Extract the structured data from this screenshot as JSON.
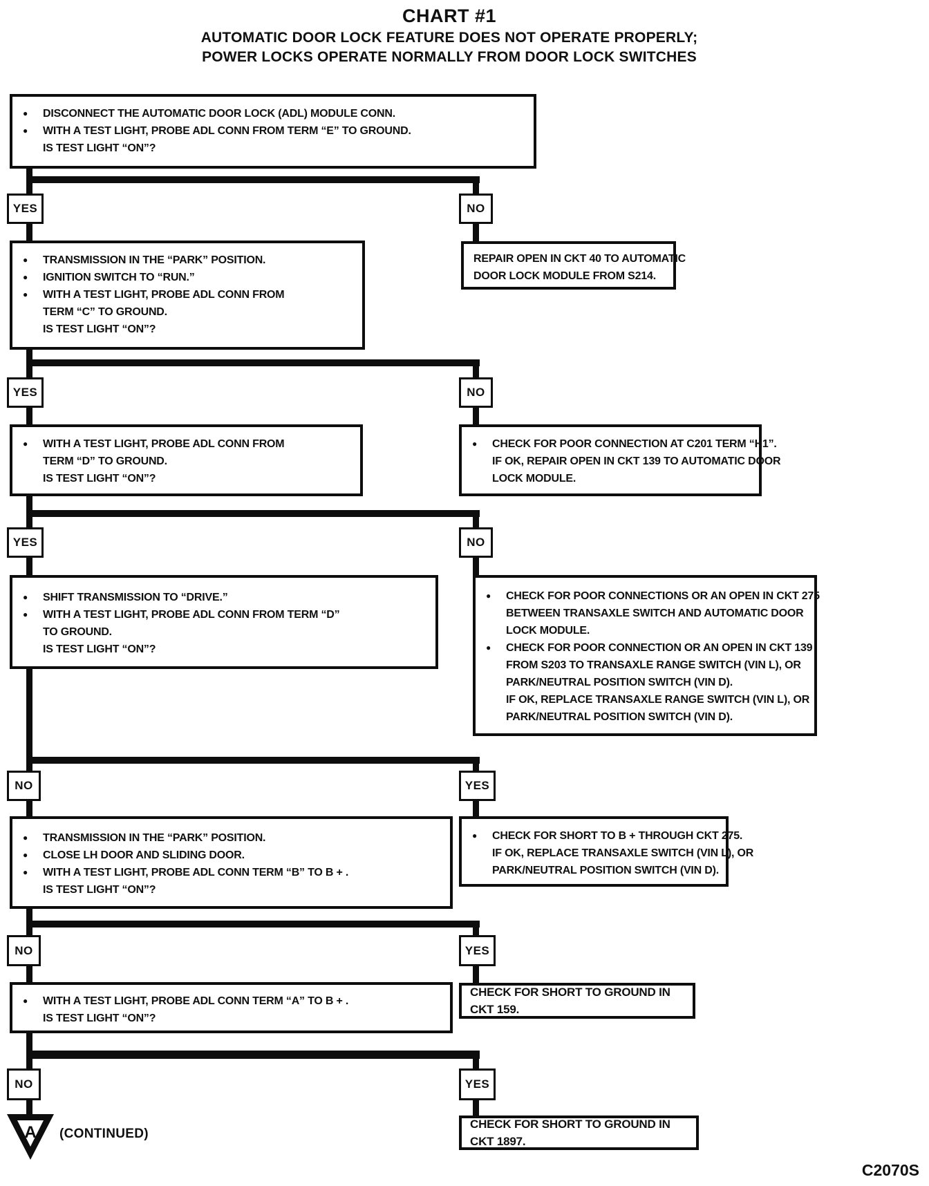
{
  "title": {
    "chart": "CHART #1",
    "sub1": "AUTOMATIC DOOR LOCK FEATURE DOES NOT OPERATE PROPERLY;",
    "sub2": "POWER LOCKS OPERATE NORMALLY FROM DOOR LOCK SWITCHES"
  },
  "labels": {
    "yes": "YES",
    "no": "NO"
  },
  "boxes": {
    "b1": {
      "lines": [
        {
          "b": 1,
          "t": "DISCONNECT THE AUTOMATIC DOOR LOCK (ADL) MODULE CONN."
        },
        {
          "b": 1,
          "t": "WITH A TEST LIGHT, PROBE ADL CONN FROM TERM “E” TO GROUND."
        },
        {
          "b": 0,
          "t": "IS TEST LIGHT “ON”?"
        }
      ]
    },
    "b2": {
      "lines": [
        {
          "b": 1,
          "t": "TRANSMISSION IN THE “PARK” POSITION."
        },
        {
          "b": 1,
          "t": "IGNITION SWITCH TO “RUN.”"
        },
        {
          "b": 1,
          "t": "WITH A TEST LIGHT, PROBE ADL CONN FROM"
        },
        {
          "b": 0,
          "t": "TERM “C” TO GROUND."
        },
        {
          "b": 0,
          "t": "IS TEST LIGHT “ON”?"
        }
      ]
    },
    "r1": {
      "lines": [
        {
          "b": 0,
          "t": "REPAIR OPEN IN CKT 40 TO AUTOMATIC"
        },
        {
          "b": 0,
          "t": "DOOR LOCK MODULE FROM S214."
        }
      ]
    },
    "b3": {
      "lines": [
        {
          "b": 1,
          "t": "WITH A TEST LIGHT, PROBE ADL CONN FROM"
        },
        {
          "b": 0,
          "t": "TERM “D” TO GROUND."
        },
        {
          "b": 0,
          "t": "IS TEST LIGHT “ON”?"
        }
      ]
    },
    "r2": {
      "lines": [
        {
          "b": 1,
          "t": "CHECK FOR POOR CONNECTION AT C201 TERM “H1”."
        },
        {
          "b": 0,
          "t": "IF OK, REPAIR OPEN IN CKT 139 TO AUTOMATIC DOOR"
        },
        {
          "b": 0,
          "t": "LOCK MODULE."
        }
      ]
    },
    "b4": {
      "lines": [
        {
          "b": 1,
          "t": "SHIFT TRANSMISSION TO “DRIVE.”"
        },
        {
          "b": 1,
          "t": "WITH A TEST LIGHT, PROBE ADL CONN FROM TERM “D”"
        },
        {
          "b": 0,
          "t": "TO GROUND."
        },
        {
          "b": 0,
          "t": "IS TEST LIGHT “ON”?"
        }
      ]
    },
    "r3": {
      "lines": [
        {
          "b": 1,
          "t": "CHECK FOR POOR CONNECTIONS OR AN OPEN IN CKT 275"
        },
        {
          "b": 0,
          "t": "BETWEEN TRANSAXLE SWITCH AND AUTOMATIC DOOR"
        },
        {
          "b": 0,
          "t": "LOCK MODULE."
        },
        {
          "b": 1,
          "t": "CHECK FOR POOR CONNECTION OR AN OPEN IN CKT 139"
        },
        {
          "b": 0,
          "t": "FROM S203 TO TRANSAXLE RANGE SWITCH (VIN L), OR"
        },
        {
          "b": 0,
          "t": "PARK/NEUTRAL POSITION SWITCH (VIN D)."
        },
        {
          "b": 0,
          "t": "IF OK, REPLACE TRANSAXLE RANGE SWITCH (VIN L), OR"
        },
        {
          "b": 0,
          "t": "PARK/NEUTRAL POSITION SWITCH (VIN D)."
        }
      ]
    },
    "b5": {
      "lines": [
        {
          "b": 1,
          "t": "TRANSMISSION IN THE “PARK” POSITION."
        },
        {
          "b": 1,
          "t": "CLOSE LH DOOR AND SLIDING DOOR."
        },
        {
          "b": 1,
          "t": "WITH A TEST LIGHT, PROBE ADL CONN TERM “B” TO B + ."
        },
        {
          "b": 0,
          "t": "IS TEST LIGHT “ON”?"
        }
      ]
    },
    "r4": {
      "lines": [
        {
          "b": 1,
          "t": "CHECK FOR SHORT TO B + THROUGH CKT 275."
        },
        {
          "b": 0,
          "t": "IF OK, REPLACE TRANSAXLE SWITCH (VIN L), OR"
        },
        {
          "b": 0,
          "t": "PARK/NEUTRAL POSITION SWITCH (VIN D)."
        }
      ]
    },
    "b6": {
      "lines": [
        {
          "b": 1,
          "t": "WITH A TEST LIGHT, PROBE ADL CONN TERM “A” TO B + ."
        },
        {
          "b": 0,
          "t": "IS TEST LIGHT “ON”?"
        }
      ]
    },
    "r5": {
      "text": "CHECK FOR SHORT TO GROUND IN CKT 159."
    },
    "r6": {
      "text": "CHECK FOR SHORT TO GROUND IN CKT 1897."
    }
  },
  "connector": {
    "letter": "A",
    "continued": "(CONTINUED)"
  },
  "doc_code": "C2070S",
  "colors": {
    "ink": "#0d0d0d",
    "paper": "#ffffff"
  }
}
